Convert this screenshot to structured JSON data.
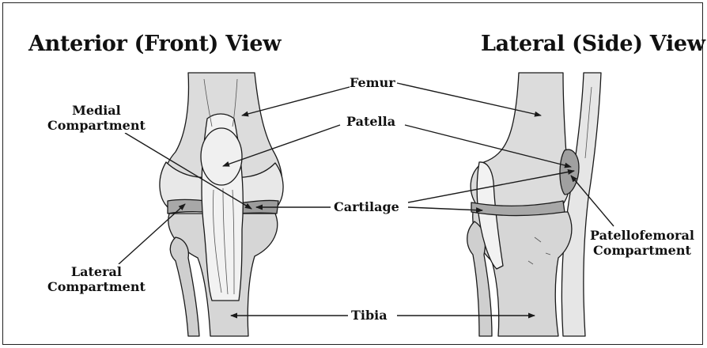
{
  "titles": {
    "anterior": "Anterior (Front) View",
    "lateral": "Lateral (Side) View"
  },
  "labels": {
    "femur": "Femur",
    "patella": "Patella",
    "cartilage": "Cartilage",
    "tibia": "Tibia",
    "medial_compartment": [
      "Medial",
      "Compartment"
    ],
    "lateral_compartment": [
      "Lateral",
      "Compartment"
    ],
    "patellofemoral_compartment": [
      "Patellofemoral",
      "Compartment"
    ]
  },
  "colors": {
    "bone": "#d9d9d9",
    "bone_light": "#ececec",
    "cartilage": "#a9a9a9",
    "outline": "#1a1a1a"
  }
}
